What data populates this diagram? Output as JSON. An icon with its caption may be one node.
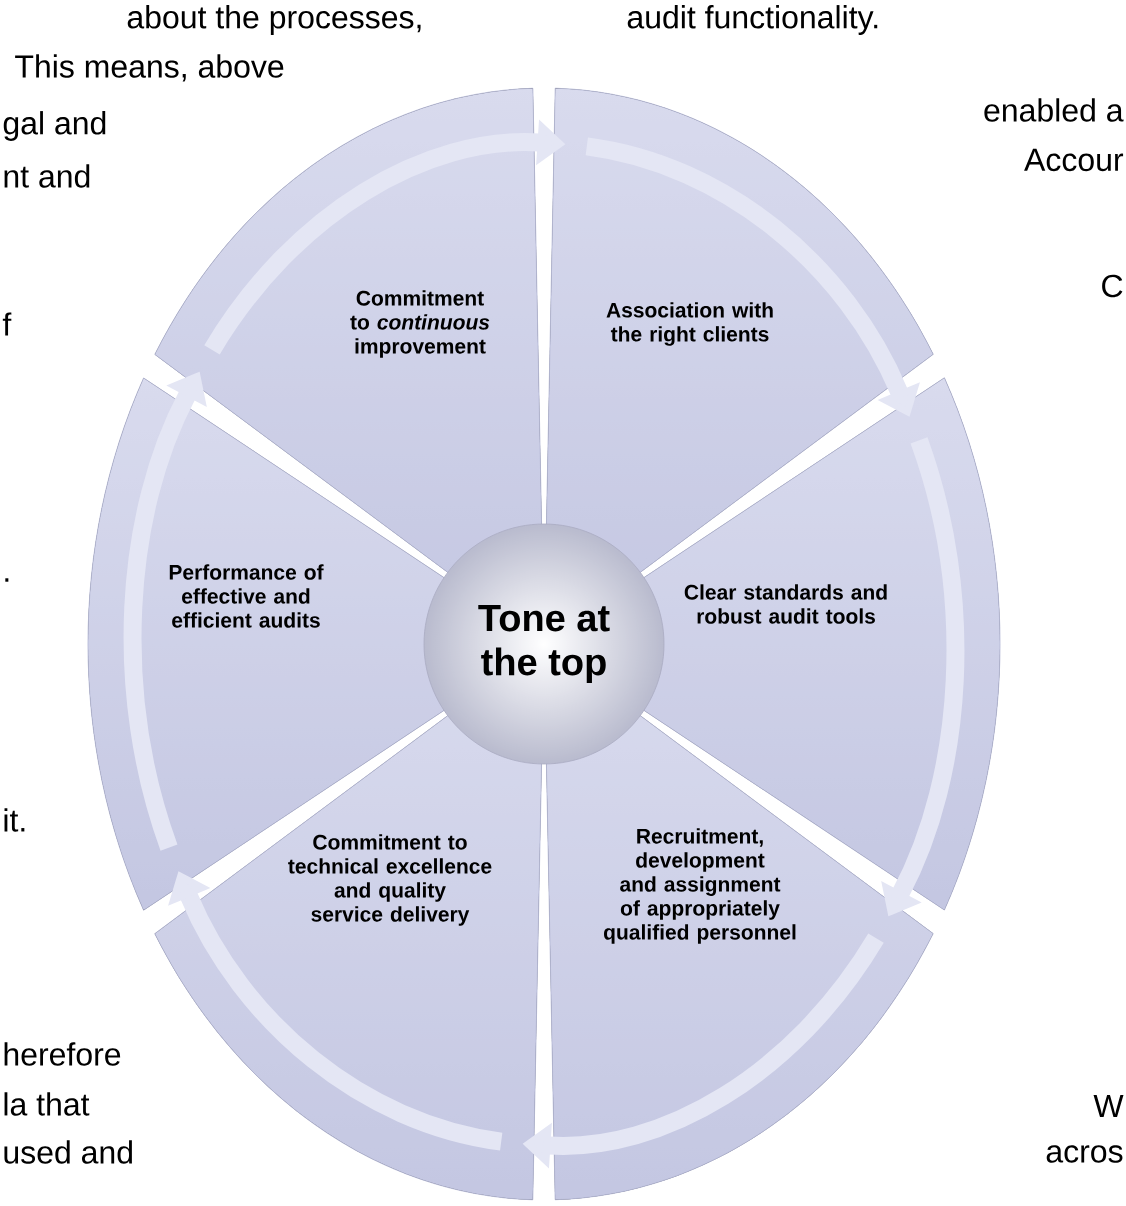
{
  "diagram": {
    "nodes": [
      {
        "text": [
          "Tone at the top"
        ]
      },
      {
        "text": [
          "Commitment to *continuous* improvement"
        ]
      },
      {
        "text": [
          "Association with the right clients"
        ]
      },
      {
        "text": [
          "Clear standards and robust audit tools"
        ]
      },
      {
        "text": [
          "Recruitment, development and assignment of appropriately qualified personnel"
        ]
      },
      {
        "text": [
          "Commitment to technical excellence and quality service delivery"
        ]
      },
      {
        "text": [
          "Performance of effective and efficient audits"
        ]
      }
    ],
    "edges": [
      {
        "from": 1,
        "to": 2,
        "arrow": "to"
      },
      {
        "from": 2,
        "to": 3,
        "arrow": "to"
      },
      {
        "from": 3,
        "to": 4,
        "arrow": "to"
      },
      {
        "from": 4,
        "to": 5,
        "arrow": "to"
      },
      {
        "from": 5,
        "to": 6,
        "arrow": "to"
      },
      {
        "from": 6,
        "to": 1,
        "arrow": "to"
      }
    ],
    "labels": [
      "about the processes,",
      "This means, above",
      "gal and",
      "nt and",
      "f",
      ".",
      "it.",
      "herefore",
      "la that",
      "used and",
      "audit functionality.",
      "enabled a",
      "Accour",
      "C",
      "W",
      "acros"
    ]
  }
}
